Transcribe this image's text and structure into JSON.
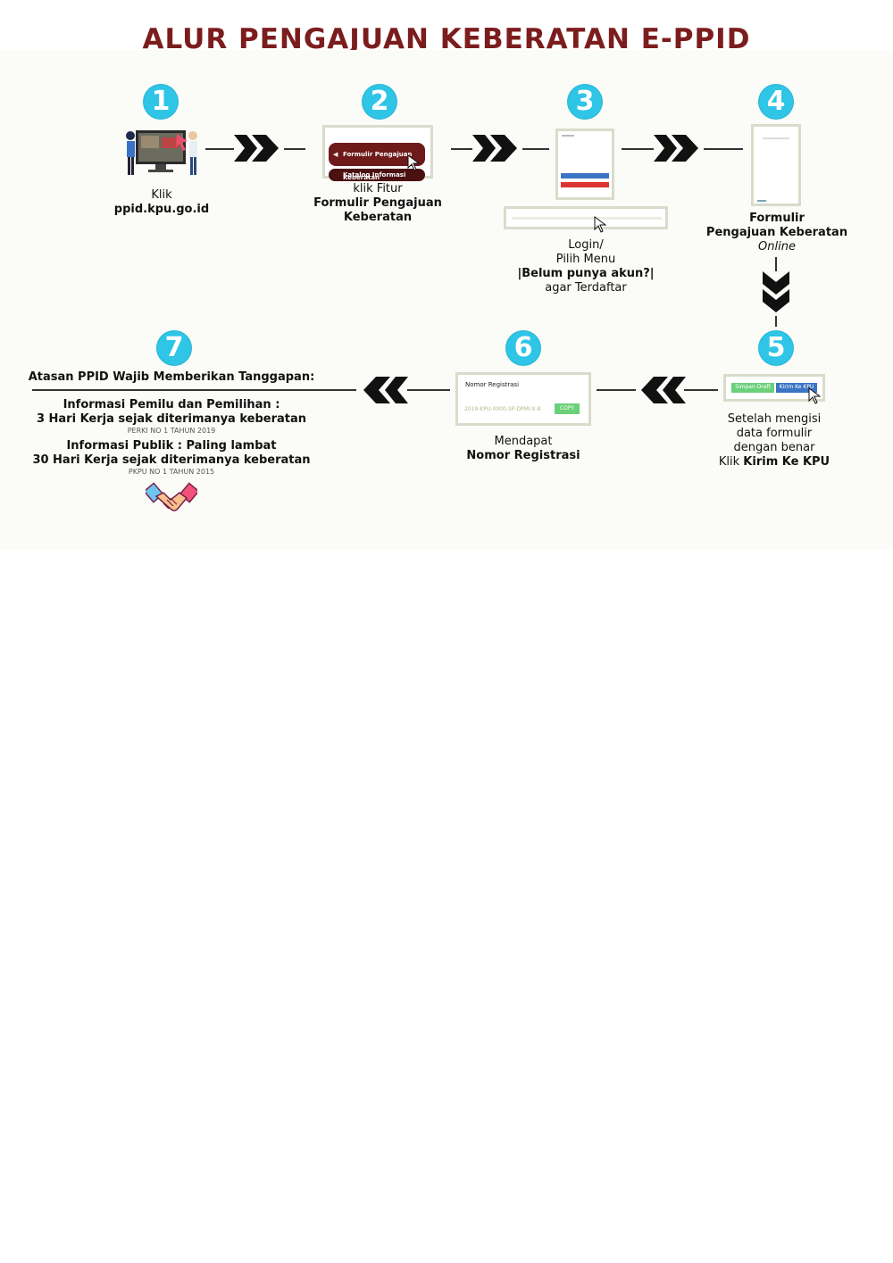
{
  "title": "ALUR PENGAJUAN KEBERATAN E-PPID",
  "steps": [
    {
      "number": "1",
      "line1": "Klik",
      "line2": "ppid.kpu.go.id"
    },
    {
      "number": "2",
      "line1": "klik Fitur",
      "line2": "Formulir Pengajuan",
      "line3": "Keberatan",
      "menu_item_1": "Formulir Pengajuan Keberatan",
      "menu_item_2": "Katalog Informasi"
    },
    {
      "number": "3",
      "line1": "Login/",
      "line2": "Pilih Menu",
      "line3": "|Belum punya akun?|",
      "line4": "agar Terdaftar"
    },
    {
      "number": "4",
      "line1": "Formulir",
      "line2": "Pengajuan Keberatan",
      "line3": "Online"
    },
    {
      "number": "5",
      "line1": "Setelah mengisi",
      "line2": "data formulir",
      "line3": "dengan benar",
      "line4_prefix": "Klik ",
      "line4_bold": "Kirim Ke KPU",
      "button_draft": "Simpan Draft",
      "button_send": "Kirim Ke KPU"
    },
    {
      "number": "6",
      "line1": "Mendapat",
      "line2": "Nomor Registrasi",
      "box_label": "Nomor Registrasi",
      "box_value": "2019-KPU-0000-SP-DPMI-X-8",
      "copy_label": "COPY"
    },
    {
      "number": "7",
      "heading": "Atasan PPID Wajib Memberikan Tanggapan:",
      "info1_title": "Informasi Pemilu dan Pemilihan :",
      "info1_detail": "3 Hari Kerja sejak diterimanya keberatan",
      "info1_ref": "PERKI NO 1 TAHUN 2019",
      "info2_title": "Informasi Publik : Paling lambat",
      "info2_detail": "30 Hari Kerja sejak diterimanya keberatan",
      "info2_ref": "PKPU NO 1 TAHUN 2015"
    }
  ],
  "colors": {
    "title": "#7c1d1d",
    "badge": "#2ec5e6",
    "maroon": "#6e1a1a",
    "arrow": "#111111"
  }
}
